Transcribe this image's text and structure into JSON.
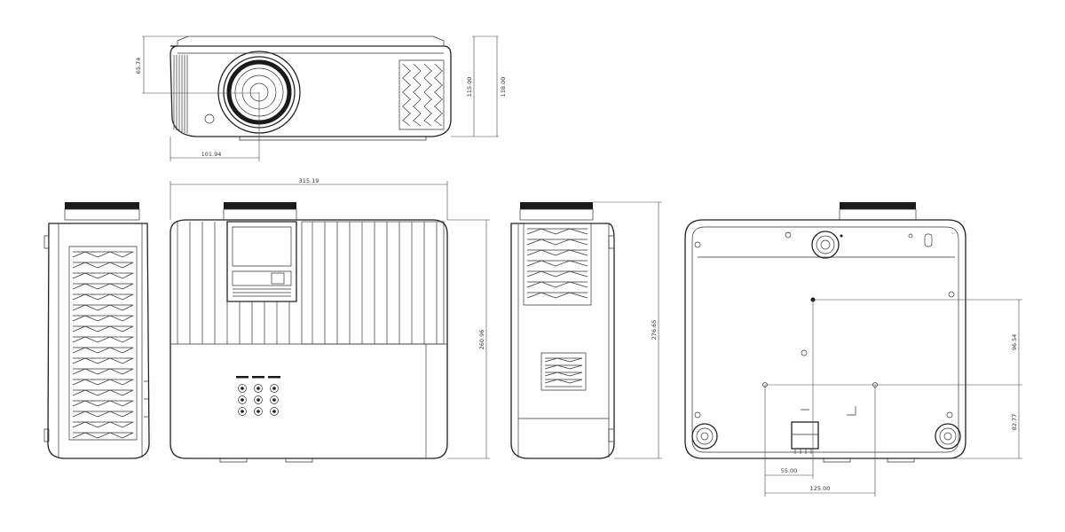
{
  "dimensions": {
    "front_lens_height": "65.74",
    "front_height_inner": "115.00",
    "front_height_total": "118.00",
    "front_lens_offset": "101.94",
    "top_width": "315.19",
    "top_depth": "260.96",
    "side_depth": "276.65",
    "bottom_mount_y1": "96.54",
    "bottom_mount_y2": "82.77",
    "bottom_mount_x1": "55.00",
    "bottom_mount_x2": "125.00"
  }
}
